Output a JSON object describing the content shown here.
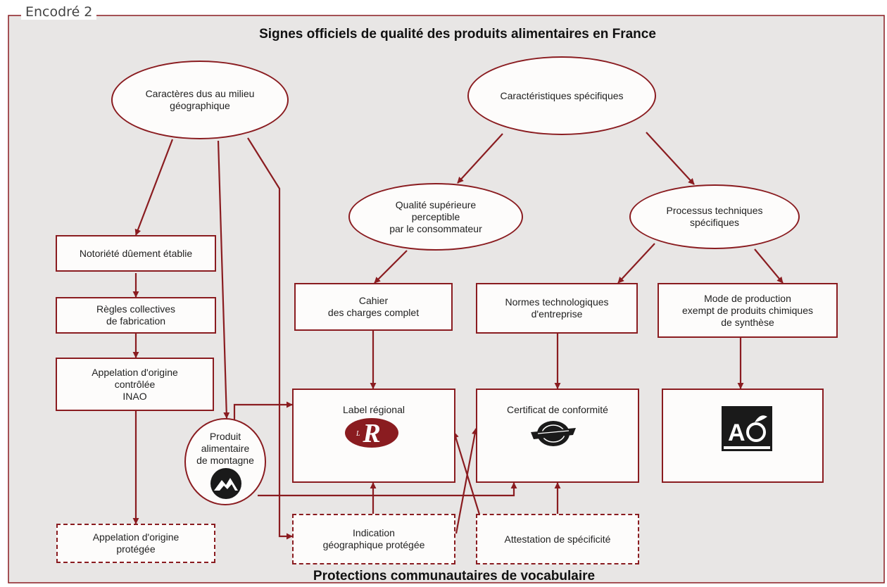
{
  "box_label": "Encodré 2",
  "title": "Signes officiels de qualité des produits alimentaires en France",
  "footer": "Protections communautaires de vocabulaire",
  "colors": {
    "accent": "#8a1c20",
    "panel": "#e8e6e5",
    "node_fill": "#fdfcfb",
    "text": "#222222"
  },
  "nodes": {
    "caracteres_geo": "Caractères dus au milieu\ngéographique",
    "caracteristiques": "Caractéristiques spécifiques",
    "qualite_sup": "Qualité supérieure\nperceptible\npar le consommateur",
    "processus": "Processus techniques\nspécifiques",
    "notoriete": "Notoriété dûement établie",
    "regles": "Règles collectives\nde fabrication",
    "aoc": "Appelation d'origine\ncontrôlée\nINAO",
    "cahier": "Cahier\ndes charges complet",
    "normes": "Normes technologiques\nd'entreprise",
    "mode_prod": "Mode de production\nexempt de produits chimiques\nde synthèse",
    "label_regional": "Label régional",
    "certificat": "Certificat de conformité",
    "montagne": "Produit\nalimentaire\nde montagne",
    "aop": "Appelation d'origine\nprotégée",
    "igp": "Indication\ngéographique protégée",
    "attestation": "Attestation de spécificité"
  },
  "logos": {
    "label_rouge": "label-rouge-logo",
    "certificat": "certification-seal-logo",
    "bio": "ab-organic-logo",
    "montagne": "mountain-logo"
  }
}
